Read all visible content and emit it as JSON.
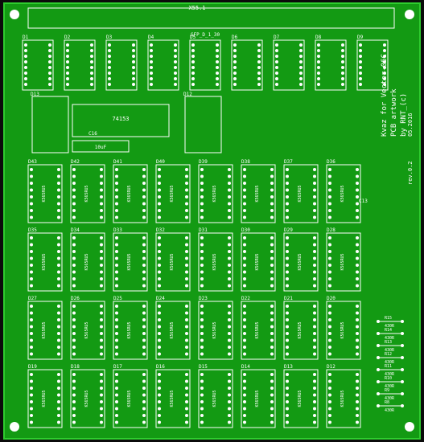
{
  "board": {
    "top_connector": "X55.1",
    "connector_label": "SFP_D_1_30",
    "product_text": [
      "Kvaz for Vector-06C",
      "PCB artwork",
      "by RNT_(c)",
      "05.2016",
      "rev.0.2"
    ],
    "cap_label": "10uF",
    "top_chips": [
      "D1",
      "D2",
      "D3",
      "D4",
      "D5",
      "D6",
      "D7",
      "D8",
      "D9"
    ],
    "mid_labels": {
      "left": "D13",
      "center": "D12",
      "center_part": "74153",
      "cap": "C16"
    },
    "ram_rows": [
      [
        "D43",
        "D42",
        "D41",
        "D40",
        "D39",
        "D38",
        "D37",
        "D36"
      ],
      [
        "D35",
        "D34",
        "D33",
        "D32",
        "D31",
        "D30",
        "D29",
        "D28"
      ],
      [
        "D27",
        "D26",
        "D25",
        "D24",
        "D23",
        "D22",
        "D21",
        "D20"
      ],
      [
        "D19",
        "D18",
        "D17",
        "D16",
        "D15",
        "D14",
        "D13",
        "D12"
      ]
    ],
    "ram_part": "K565RU5",
    "resistors": [
      "R15",
      "R14",
      "R13",
      "R12",
      "R11",
      "R10",
      "R9",
      "R8"
    ],
    "resistor_value": "430R",
    "right_cap": "C13"
  }
}
